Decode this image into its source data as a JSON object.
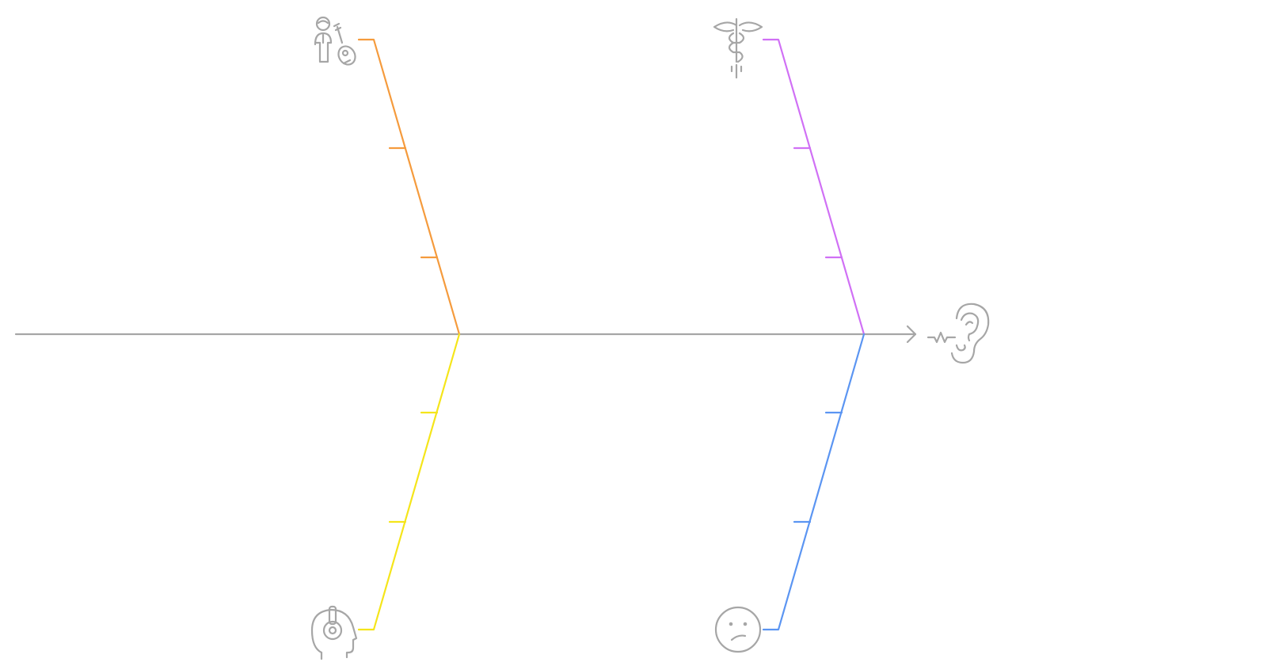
{
  "diagram": {
    "type": "fishbone",
    "spine_color": "#a6a6a6",
    "icon_color": "#a6a6a6",
    "effect": {
      "icon": "ear-hearing-icon"
    },
    "causes": [
      {
        "id": "musician",
        "icon": "musician-guitar-icon",
        "color": "#f59b3d",
        "ticks": 3
      },
      {
        "id": "medical",
        "icon": "caduceus-medical-icon",
        "color": "#d070f5",
        "ticks": 3
      },
      {
        "id": "headphones",
        "icon": "headphones-head-icon",
        "color": "#f5e51a",
        "ticks": 2
      },
      {
        "id": "mood",
        "icon": "sad-face-icon",
        "color": "#5b95f2",
        "ticks": 2
      }
    ]
  }
}
